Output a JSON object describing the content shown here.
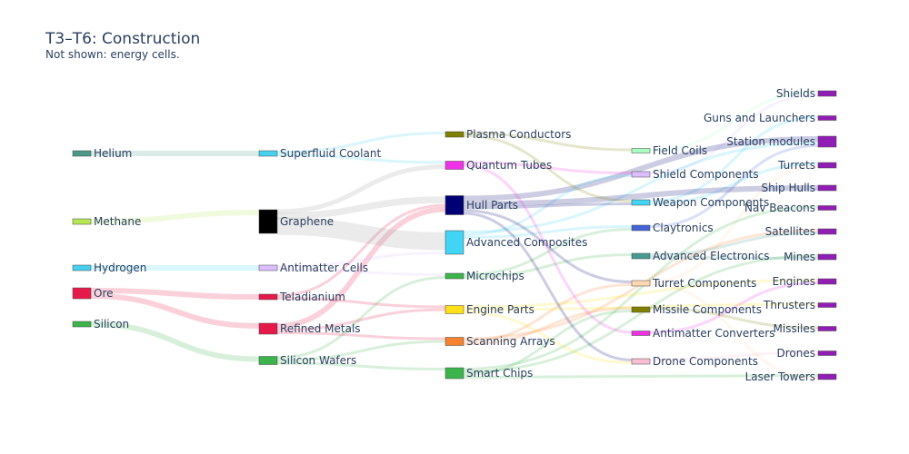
{
  "title": "T3–T6: Construction",
  "subtitle": "Not shown: energy cells.",
  "chart_data": {
    "type": "sankey",
    "nodes": [
      {
        "id": "helium",
        "label": "Helium",
        "column": 0,
        "color": "#4a9a8a",
        "level": 169
      },
      {
        "id": "methane",
        "label": "Methane",
        "column": 0,
        "color": "#b5e655",
        "level": 244
      },
      {
        "id": "hydrogen",
        "label": "Hydrogen",
        "column": 0,
        "color": "#45d0ef",
        "level": 295
      },
      {
        "id": "ore",
        "label": "Ore",
        "column": 0,
        "color": "#e6194b",
        "level": 323
      },
      {
        "id": "silicon",
        "label": "Silicon",
        "column": 0,
        "color": "#3cb44b",
        "level": 357
      },
      {
        "id": "superfluid",
        "label": "Superfluid Coolant",
        "column": 1,
        "color": "#46d2ef",
        "level": 169
      },
      {
        "id": "graphene",
        "label": "Graphene",
        "column": 1,
        "color": "#000000",
        "level": 244
      },
      {
        "id": "antimatter_cells",
        "label": "Antimatter Cells",
        "column": 1,
        "color": "#dcbeff",
        "level": 295
      },
      {
        "id": "teladianium",
        "label": "Teladianium",
        "column": 1,
        "color": "#e6194b",
        "level": 327
      },
      {
        "id": "refined_metals",
        "label": "Refined Metals",
        "column": 1,
        "color": "#e6194b",
        "level": 362
      },
      {
        "id": "silicon_wafers",
        "label": "Silicon Wafers",
        "column": 1,
        "color": "#3cb44b",
        "level": 397
      },
      {
        "id": "plasma_conductors",
        "label": "Plasma Conductors",
        "column": 2,
        "color": "#808000",
        "level": 148
      },
      {
        "id": "quantum_tubes",
        "label": "Quantum Tubes",
        "column": 2,
        "color": "#f032e6",
        "level": 182
      },
      {
        "id": "hull_parts",
        "label": "Hull Parts",
        "column": 2,
        "color": "#000075",
        "level": 226
      },
      {
        "id": "advanced_composites",
        "label": "Advanced Composites",
        "column": 2,
        "color": "#42d4f4",
        "level": 267
      },
      {
        "id": "microchips",
        "label": "Microchips",
        "column": 2,
        "color": "#3cb44b",
        "level": 304
      },
      {
        "id": "engine_parts",
        "label": "Engine Parts",
        "column": 2,
        "color": "#ffe119",
        "level": 341
      },
      {
        "id": "scanning_arrays",
        "label": "Scanning Arrays",
        "column": 2,
        "color": "#f58231",
        "level": 376
      },
      {
        "id": "smart_chips",
        "label": "Smart Chips",
        "column": 2,
        "color": "#3cb44b",
        "level": 411
      },
      {
        "id": "field_coils",
        "label": "Field Coils",
        "column": 3,
        "color": "#aaffc3",
        "level": 166
      },
      {
        "id": "shield_components",
        "label": "Shield Components",
        "column": 3,
        "color": "#dcbeff",
        "level": 192
      },
      {
        "id": "weapon_components",
        "label": "Weapon Components",
        "column": 3,
        "color": "#42d4f4",
        "level": 223
      },
      {
        "id": "claytronics",
        "label": "Claytronics",
        "column": 3,
        "color": "#4363d8",
        "level": 251
      },
      {
        "id": "advanced_electronics",
        "label": "Advanced Electronics",
        "column": 3,
        "color": "#469990",
        "level": 282
      },
      {
        "id": "turret_components",
        "label": "Turret Components",
        "column": 3,
        "color": "#ffd8b1",
        "level": 312
      },
      {
        "id": "missile_components",
        "label": "Missile Components",
        "column": 3,
        "color": "#808000",
        "level": 341
      },
      {
        "id": "antimatter_converters",
        "label": "Antimatter Converters",
        "column": 3,
        "color": "#f032e6",
        "level": 367
      },
      {
        "id": "drone_components",
        "label": "Drone Components",
        "column": 3,
        "color": "#fabed4",
        "level": 398
      },
      {
        "id": "shields",
        "label": "Shields",
        "column": 4,
        "color": "#911eb4",
        "level": 103
      },
      {
        "id": "guns",
        "label": "Guns and Launchers",
        "column": 4,
        "color": "#911eb4",
        "level": 130
      },
      {
        "id": "station_modules",
        "label": "Station modules",
        "column": 4,
        "color": "#911eb4",
        "level": 156
      },
      {
        "id": "turrets",
        "label": "Turrets",
        "column": 4,
        "color": "#911eb4",
        "level": 182
      },
      {
        "id": "ship_hulls",
        "label": "Ship Hulls",
        "column": 4,
        "color": "#911eb4",
        "level": 207
      },
      {
        "id": "nav_beacons",
        "label": "Nav Beacons",
        "column": 4,
        "color": "#911eb4",
        "level": 229
      },
      {
        "id": "satellites",
        "label": "Satellites",
        "column": 4,
        "color": "#911eb4",
        "level": 255
      },
      {
        "id": "mines",
        "label": "Mines",
        "column": 4,
        "color": "#911eb4",
        "level": 283
      },
      {
        "id": "engines",
        "label": "Engines",
        "column": 4,
        "color": "#911eb4",
        "level": 310
      },
      {
        "id": "thrusters",
        "label": "Thrusters",
        "column": 4,
        "color": "#911eb4",
        "level": 336
      },
      {
        "id": "missiles",
        "label": "Missiles",
        "column": 4,
        "color": "#911eb4",
        "level": 362
      },
      {
        "id": "drones",
        "label": "Drones",
        "column": 4,
        "color": "#911eb4",
        "level": 389
      },
      {
        "id": "laser_towers",
        "label": "Laser Towers",
        "column": 4,
        "color": "#911eb4",
        "level": 415
      }
    ],
    "links": [
      {
        "source": "helium",
        "target": "superfluid",
        "value": 2
      },
      {
        "source": "methane",
        "target": "graphene",
        "value": 2
      },
      {
        "source": "hydrogen",
        "target": "antimatter_cells",
        "value": 2
      },
      {
        "source": "ore",
        "target": "teladianium",
        "value": 2
      },
      {
        "source": "ore",
        "target": "refined_metals",
        "value": 2
      },
      {
        "source": "silicon",
        "target": "silicon_wafers",
        "value": 2
      },
      {
        "source": "superfluid",
        "target": "plasma_conductors",
        "value": 1
      },
      {
        "source": "superfluid",
        "target": "quantum_tubes",
        "value": 1
      },
      {
        "source": "graphene",
        "target": "quantum_tubes",
        "value": 2
      },
      {
        "source": "graphene",
        "target": "hull_parts",
        "value": 3
      },
      {
        "source": "graphene",
        "target": "advanced_composites",
        "value": 8
      },
      {
        "source": "antimatter_cells",
        "target": "advanced_composites",
        "value": 1
      },
      {
        "source": "antimatter_cells",
        "target": "microchips",
        "value": 1
      },
      {
        "source": "teladianium",
        "target": "hull_parts",
        "value": 1
      },
      {
        "source": "teladianium",
        "target": "engine_parts",
        "value": 1
      },
      {
        "source": "refined_metals",
        "target": "hull_parts",
        "value": 2
      },
      {
        "source": "refined_metals",
        "target": "engine_parts",
        "value": 1
      },
      {
        "source": "refined_metals",
        "target": "scanning_arrays",
        "value": 1
      },
      {
        "source": "silicon_wafers",
        "target": "microchips",
        "value": 1
      },
      {
        "source": "silicon_wafers",
        "target": "scanning_arrays",
        "value": 1
      },
      {
        "source": "silicon_wafers",
        "target": "smart_chips",
        "value": 1
      },
      {
        "source": "plasma_conductors",
        "target": "field_coils",
        "value": 1
      },
      {
        "source": "plasma_conductors",
        "target": "weapon_components",
        "value": 1
      },
      {
        "source": "quantum_tubes",
        "target": "shield_components",
        "value": 1
      },
      {
        "source": "quantum_tubes",
        "target": "antimatter_converters",
        "value": 1
      },
      {
        "source": "hull_parts",
        "target": "ship_hulls",
        "value": 2
      },
      {
        "source": "hull_parts",
        "target": "station_modules",
        "value": 2
      },
      {
        "source": "hull_parts",
        "target": "weapon_components",
        "value": 1
      },
      {
        "source": "hull_parts",
        "target": "turret_components",
        "value": 1
      },
      {
        "source": "hull_parts",
        "target": "drone_components",
        "value": 1
      },
      {
        "source": "advanced_composites",
        "target": "claytronics",
        "value": 1
      },
      {
        "source": "advanced_composites",
        "target": "station_modules",
        "value": 1
      },
      {
        "source": "advanced_composites",
        "target": "shield_components",
        "value": 1
      },
      {
        "source": "microchips",
        "target": "advanced_electronics",
        "value": 1
      },
      {
        "source": "microchips",
        "target": "claytronics",
        "value": 1
      },
      {
        "source": "engine_parts",
        "target": "engines",
        "value": 1
      },
      {
        "source": "engine_parts",
        "target": "thrusters",
        "value": 1
      },
      {
        "source": "engine_parts",
        "target": "drone_components",
        "value": 1
      },
      {
        "source": "scanning_arrays",
        "target": "turret_components",
        "value": 1
      },
      {
        "source": "scanning_arrays",
        "target": "missile_components",
        "value": 1
      },
      {
        "source": "scanning_arrays",
        "target": "satellites",
        "value": 1
      },
      {
        "source": "smart_chips",
        "target": "missile_components",
        "value": 1
      },
      {
        "source": "smart_chips",
        "target": "mines",
        "value": 1
      },
      {
        "source": "smart_chips",
        "target": "nav_beacons",
        "value": 1
      },
      {
        "source": "smart_chips",
        "target": "laser_towers",
        "value": 1
      },
      {
        "source": "field_coils",
        "target": "shields",
        "value": 1
      },
      {
        "source": "shield_components",
        "target": "shields",
        "value": 1
      },
      {
        "source": "weapon_components",
        "target": "guns",
        "value": 1
      },
      {
        "source": "weapon_components",
        "target": "turrets",
        "value": 1
      },
      {
        "source": "claytronics",
        "target": "station_modules",
        "value": 1
      },
      {
        "source": "advanced_electronics",
        "target": "satellites",
        "value": 1
      },
      {
        "source": "advanced_electronics",
        "target": "mines",
        "value": 1
      },
      {
        "source": "turret_components",
        "target": "turrets",
        "value": 1
      },
      {
        "source": "turret_components",
        "target": "laser_towers",
        "value": 1
      },
      {
        "source": "missile_components",
        "target": "missiles",
        "value": 1
      },
      {
        "source": "antimatter_converters",
        "target": "engines",
        "value": 1
      },
      {
        "source": "drone_components",
        "target": "drones",
        "value": 1
      }
    ]
  }
}
